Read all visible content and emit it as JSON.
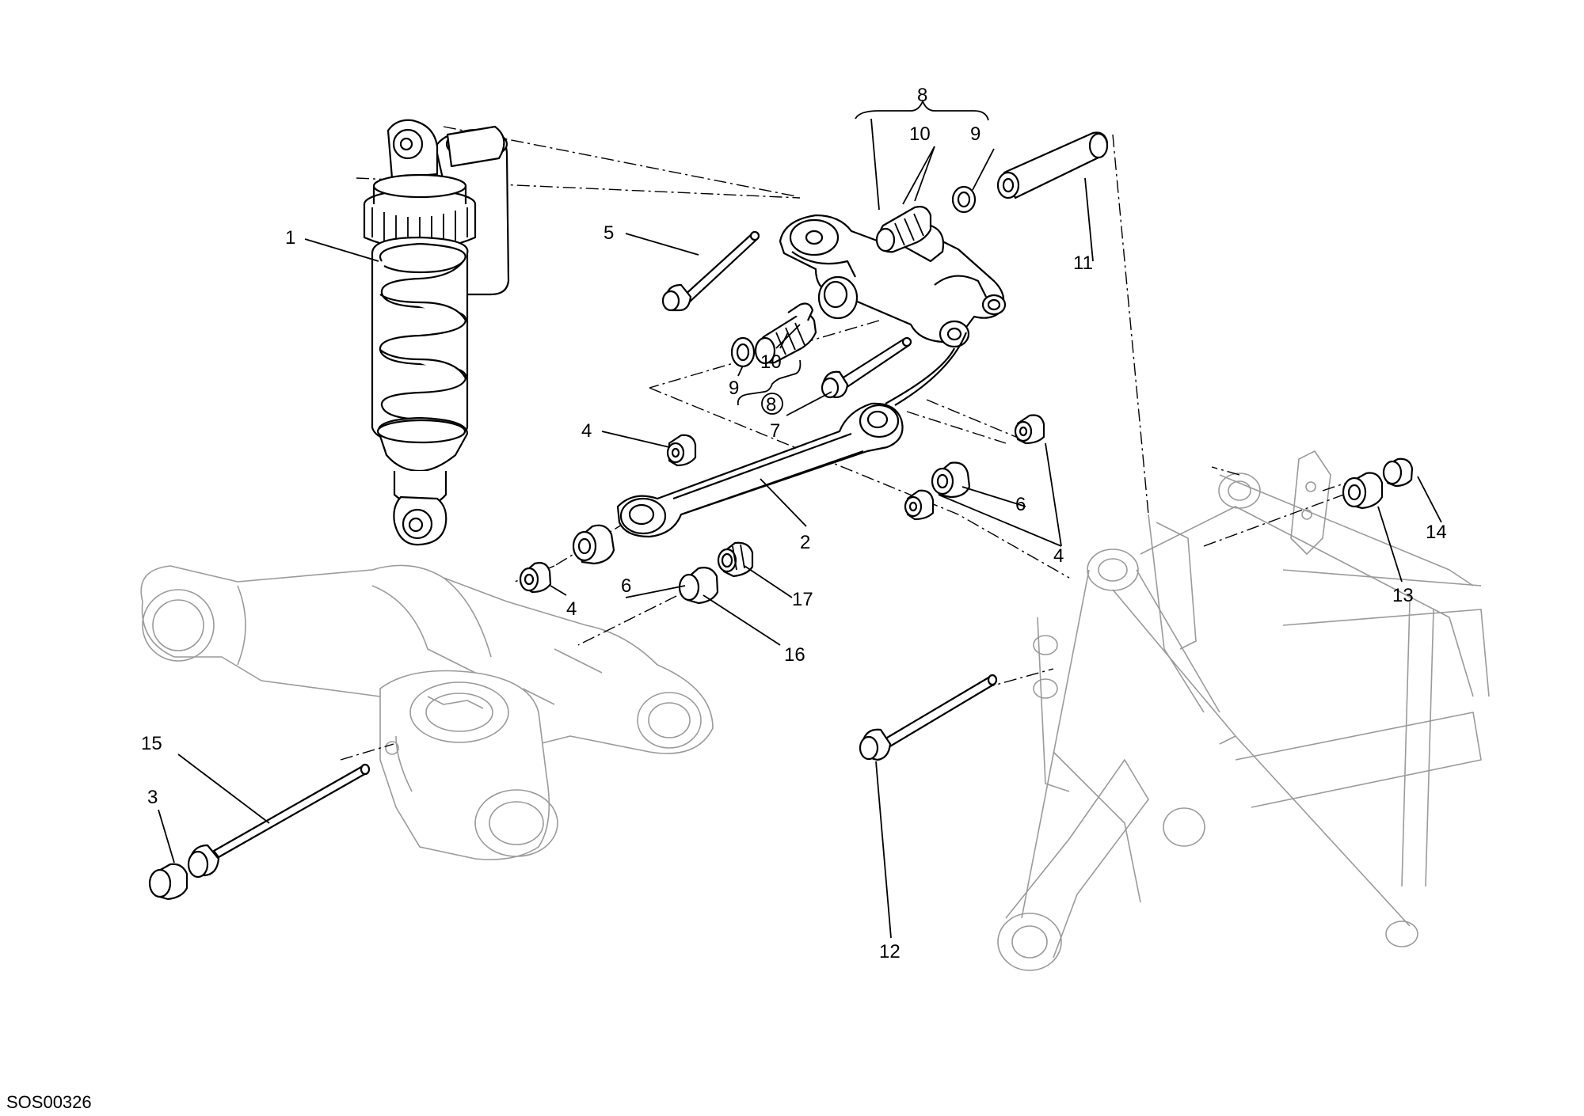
{
  "drawing_code": "SOS00326",
  "callouts": {
    "c1": "1",
    "c2": "2",
    "c3": "3",
    "c4a": "4",
    "c4b": "4",
    "c4c": "4",
    "c5": "5",
    "c6a": "6",
    "c6b": "6",
    "c7": "7",
    "c8a": "8",
    "c8b": "8",
    "c9a": "9",
    "c9b": "9",
    "c10a": "10",
    "c10b": "10",
    "c11": "11",
    "c12": "12",
    "c13": "13",
    "c14": "14",
    "c15": "15",
    "c16": "16",
    "c17": "17"
  },
  "colors": {
    "line": "#000000",
    "ghost": "#9a9a9a",
    "background": "#ffffff"
  }
}
